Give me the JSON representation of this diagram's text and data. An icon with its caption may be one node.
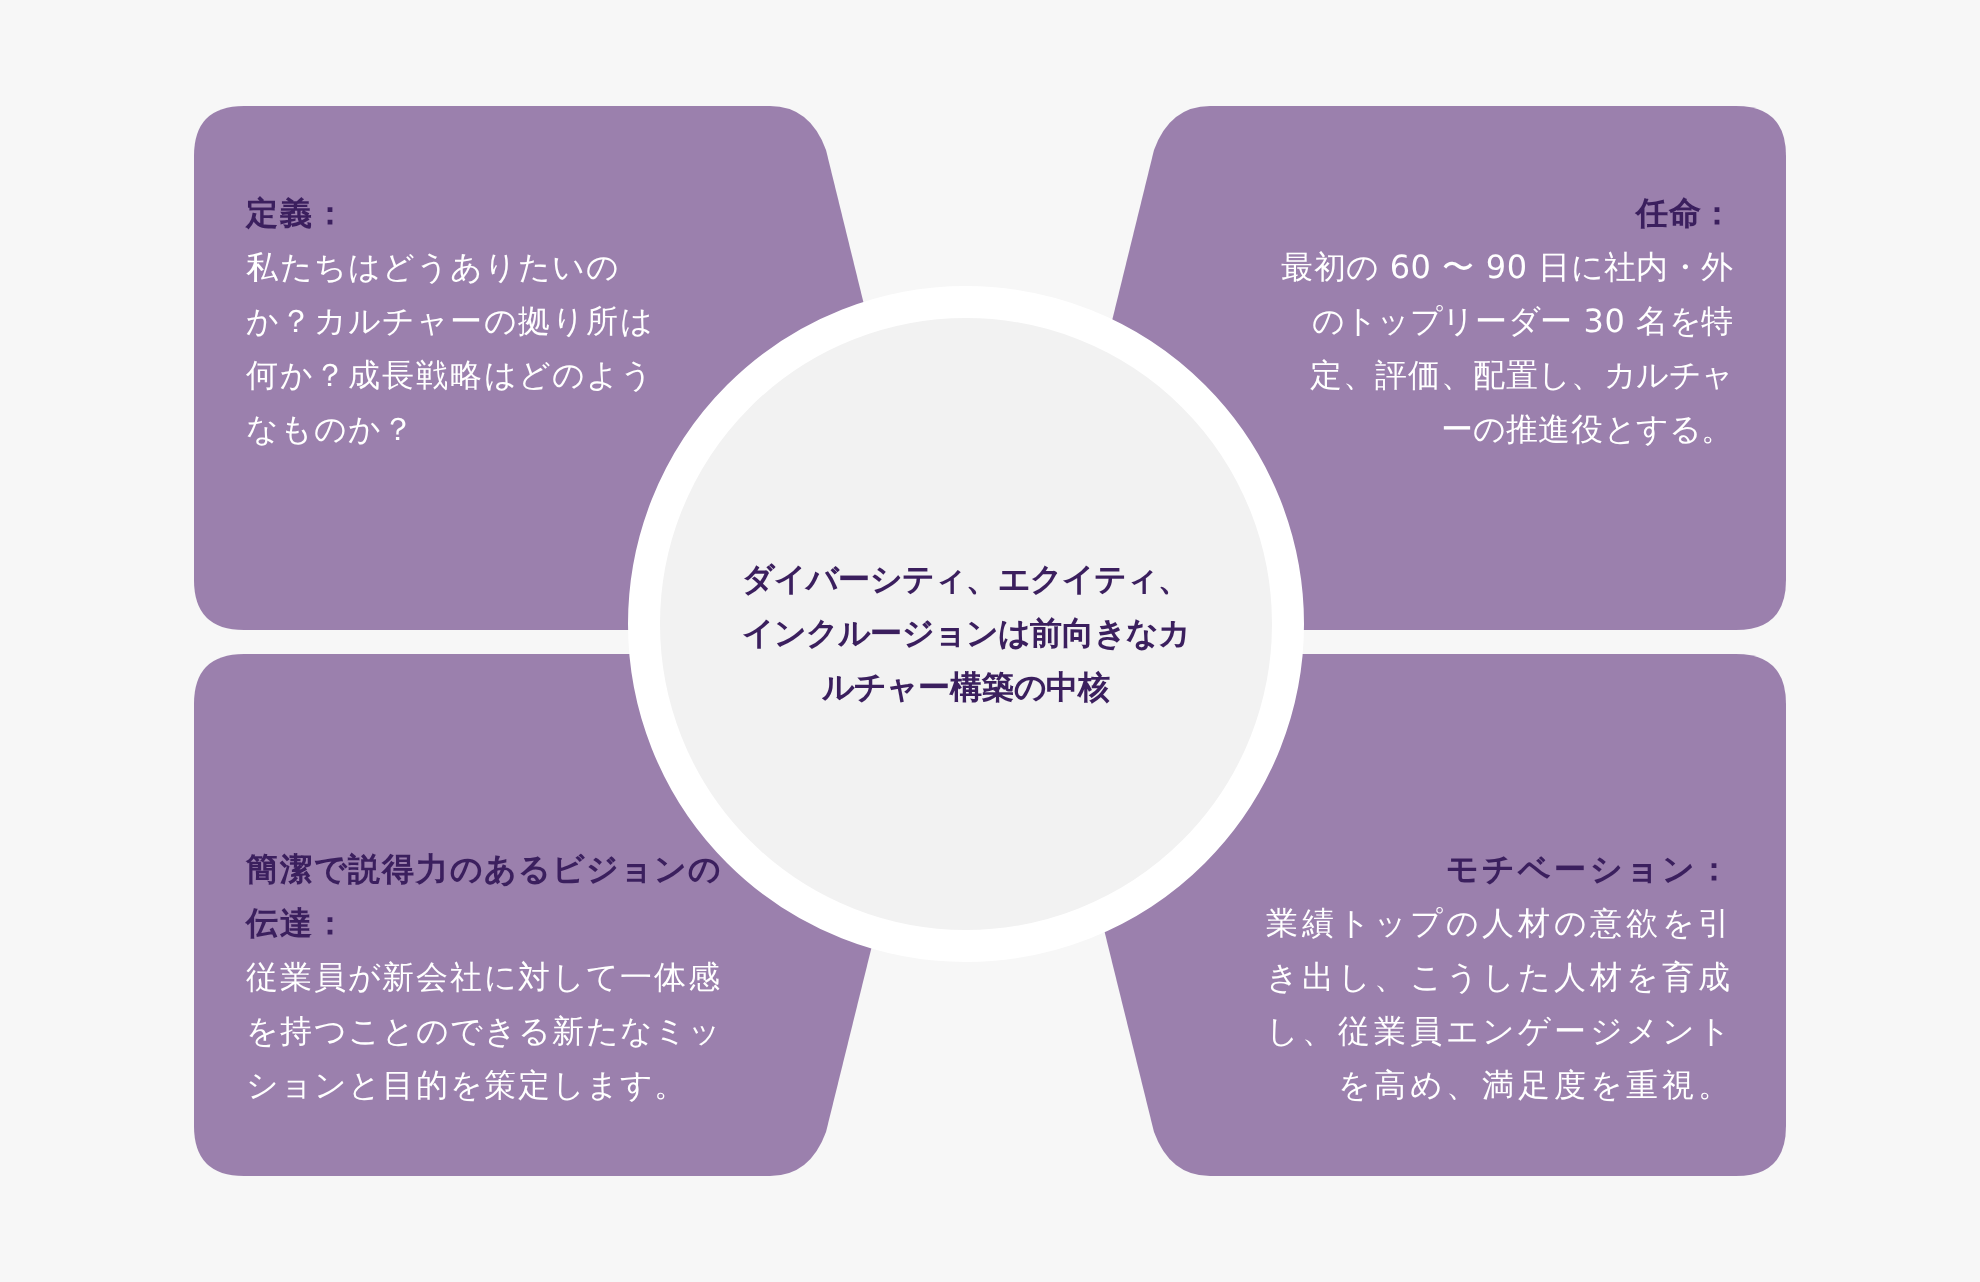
{
  "diagram": {
    "nodes": [
      {
        "text": [
          "定義：",
          "私たちはどうありたいのか？カルチャーの拠り所は何か？成長戦略はどのようなものか？"
        ]
      },
      {
        "text": [
          "任命：",
          "最初の 60 〜 90 日に社内・外のトップリーダー 30 名を特定、評価、配置し、カルチャーの推進役とする。"
        ]
      },
      {
        "text": [
          "ダイバーシティ、エクイティ、インクルージョンは前向きなカルチャー構築の中核"
        ]
      },
      {
        "text": [
          "簡潔で説得力のあるビジョンの伝達：",
          "従業員が新会社に対して一体感を持つことのできる新たなミッションと目的を策定します。"
        ]
      },
      {
        "text": [
          "モチベーション：",
          "業績トップの人材の意欲を引き出し、こうした人材を育成し、従業員エンゲージメントを高め、満足度を重視。"
        ]
      }
    ]
  }
}
